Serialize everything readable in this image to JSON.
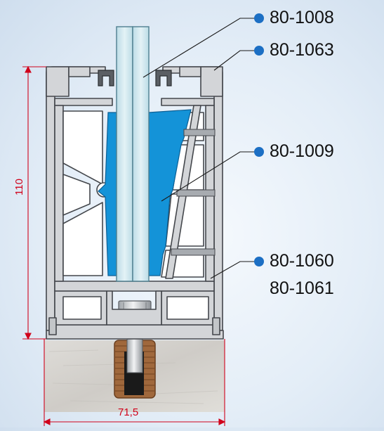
{
  "callouts": {
    "glass_gasket": "80-1008",
    "cover_cap": "80-1063",
    "wedge": "80-1009",
    "profile_a": "80-1060",
    "profile_b": "80-1061"
  },
  "dimensions": {
    "height": "110",
    "width": "71,5"
  },
  "colors": {
    "aluminium": "#d3d5d8",
    "aluminium_stroke": "#44474c",
    "glass": "#cfe6ee",
    "wedge_blue": "#1493d8",
    "dimension_red": "#d0021b",
    "callout_dot": "#1c6fc4",
    "concrete": "#d8d6d2",
    "dowel": "#a0683c"
  }
}
